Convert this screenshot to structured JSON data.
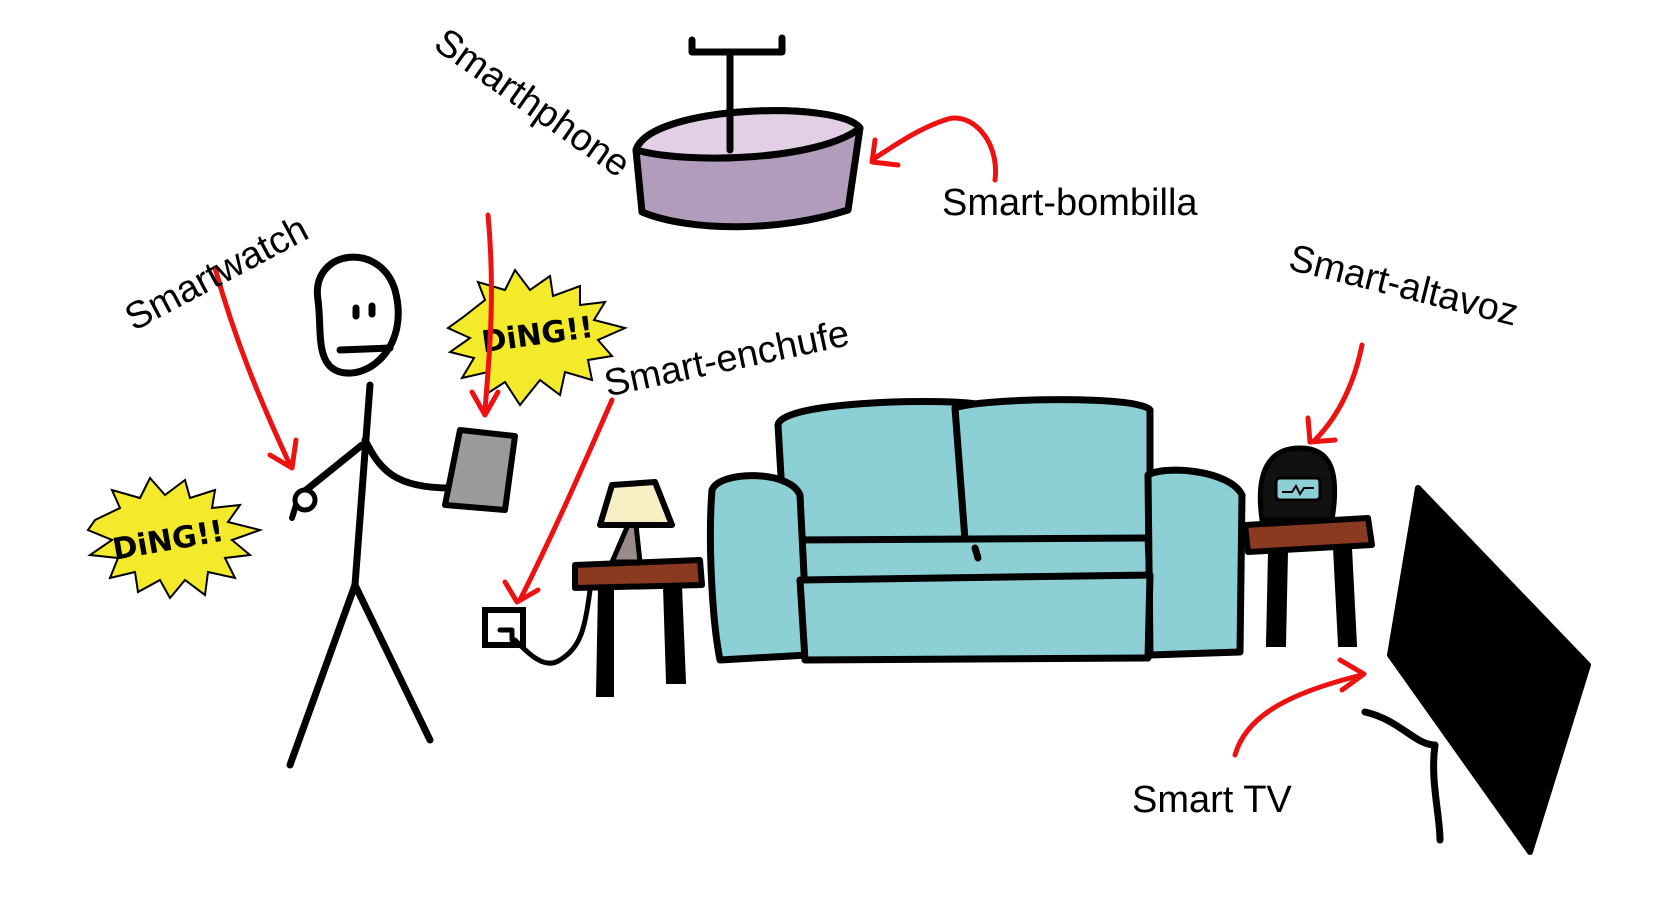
{
  "labels": {
    "smartwatch": "Smartwatch",
    "smartphone": "Smarthphone",
    "bulb": "Smart-bombilla",
    "plug": "Smart-enchufe",
    "speaker": "Smart-altavoz",
    "tv": "Smart TV"
  },
  "bursts": {
    "watch": "DiNG!!",
    "phone": "DiNG!!"
  },
  "colors": {
    "arrow": "#ee1111",
    "burst": "#f2ea2a",
    "sofa": "#8ccfd4",
    "lamp_top": "#e2cfe6",
    "lamp_side": "#b19cbc",
    "table": "#8a3a1e",
    "lampshade": "#f8eec4",
    "phone": "#9a9a9a",
    "speaker_screen": "#8ccfd4"
  }
}
